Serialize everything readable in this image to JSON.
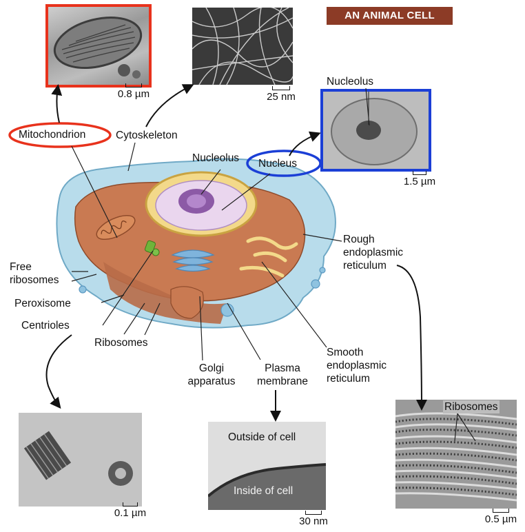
{
  "title": "AN ANIMAL CELL",
  "labels": {
    "mitochondrion": "Mitochondrion",
    "cytoskeleton": "Cytoskeleton",
    "nucleolus_cell": "Nucleolus",
    "nucleus": "Nucleus",
    "nucleolus_micro": "Nucleolus",
    "rough_er": [
      "Rough",
      "endoplasmic",
      "reticulum"
    ],
    "free_ribosomes": [
      "Free",
      "ribosomes"
    ],
    "peroxisome": "Peroxisome",
    "centrioles": "Centrioles",
    "ribosomes": "Ribosomes",
    "golgi": [
      "Golgi",
      "apparatus"
    ],
    "plasma_membrane": [
      "Plasma",
      "membrane"
    ],
    "smooth_er": [
      "Smooth",
      "endoplasmic",
      "reticulum"
    ],
    "ribosomes_micro": "Ribosomes",
    "outside_cell": "Outside of cell",
    "inside_cell": "Inside of cell"
  },
  "scale_bars": {
    "mitochondrion": "0.8 µm",
    "cytoskeleton": "25 nm",
    "nucleus": "1.5 µm",
    "centrioles": "0.1 µm",
    "plasma_membrane": "30 nm",
    "rough_er": "0.5 µm"
  },
  "colors": {
    "highlight_red": "#e8321c",
    "highlight_blue": "#1b3fd6",
    "title_bg": "#8c3b26"
  }
}
